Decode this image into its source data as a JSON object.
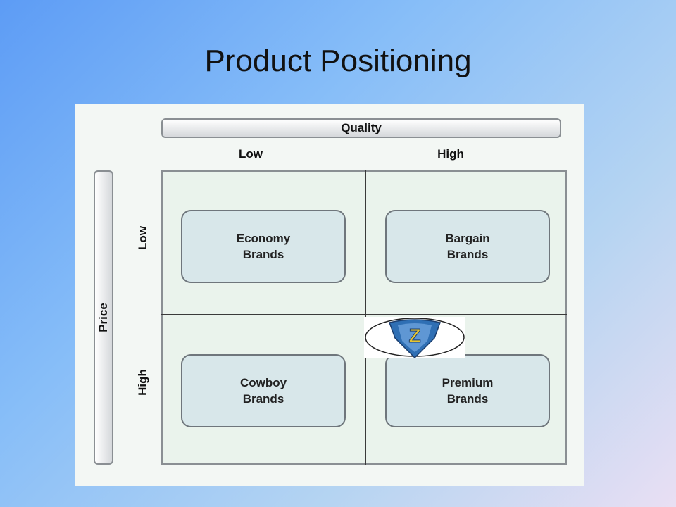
{
  "slide": {
    "title": "Product Positioning"
  },
  "matrix": {
    "x_axis": {
      "label": "Quality",
      "low": "Low",
      "high": "High"
    },
    "y_axis": {
      "label": "Price",
      "low": "Low",
      "high": "High"
    },
    "quadrants": {
      "low_price_low_quality": {
        "line1": "Economy",
        "line2": "Brands"
      },
      "low_price_high_quality": {
        "line1": "Bargain",
        "line2": "Brands"
      },
      "high_price_low_quality": {
        "line1": "Cowboy",
        "line2": "Brands"
      },
      "high_price_high_quality": {
        "line1": "Premium",
        "line2": "Brands"
      }
    },
    "logo": {
      "icon": "z-shield-logo",
      "letter": "Z"
    }
  },
  "colors": {
    "background_start": "#5d9cf5",
    "background_end": "#e9dff3",
    "box_fill": "#d8e7ea",
    "shield_blue": "#2f6fb4",
    "shield_letter": "#e8c531"
  }
}
